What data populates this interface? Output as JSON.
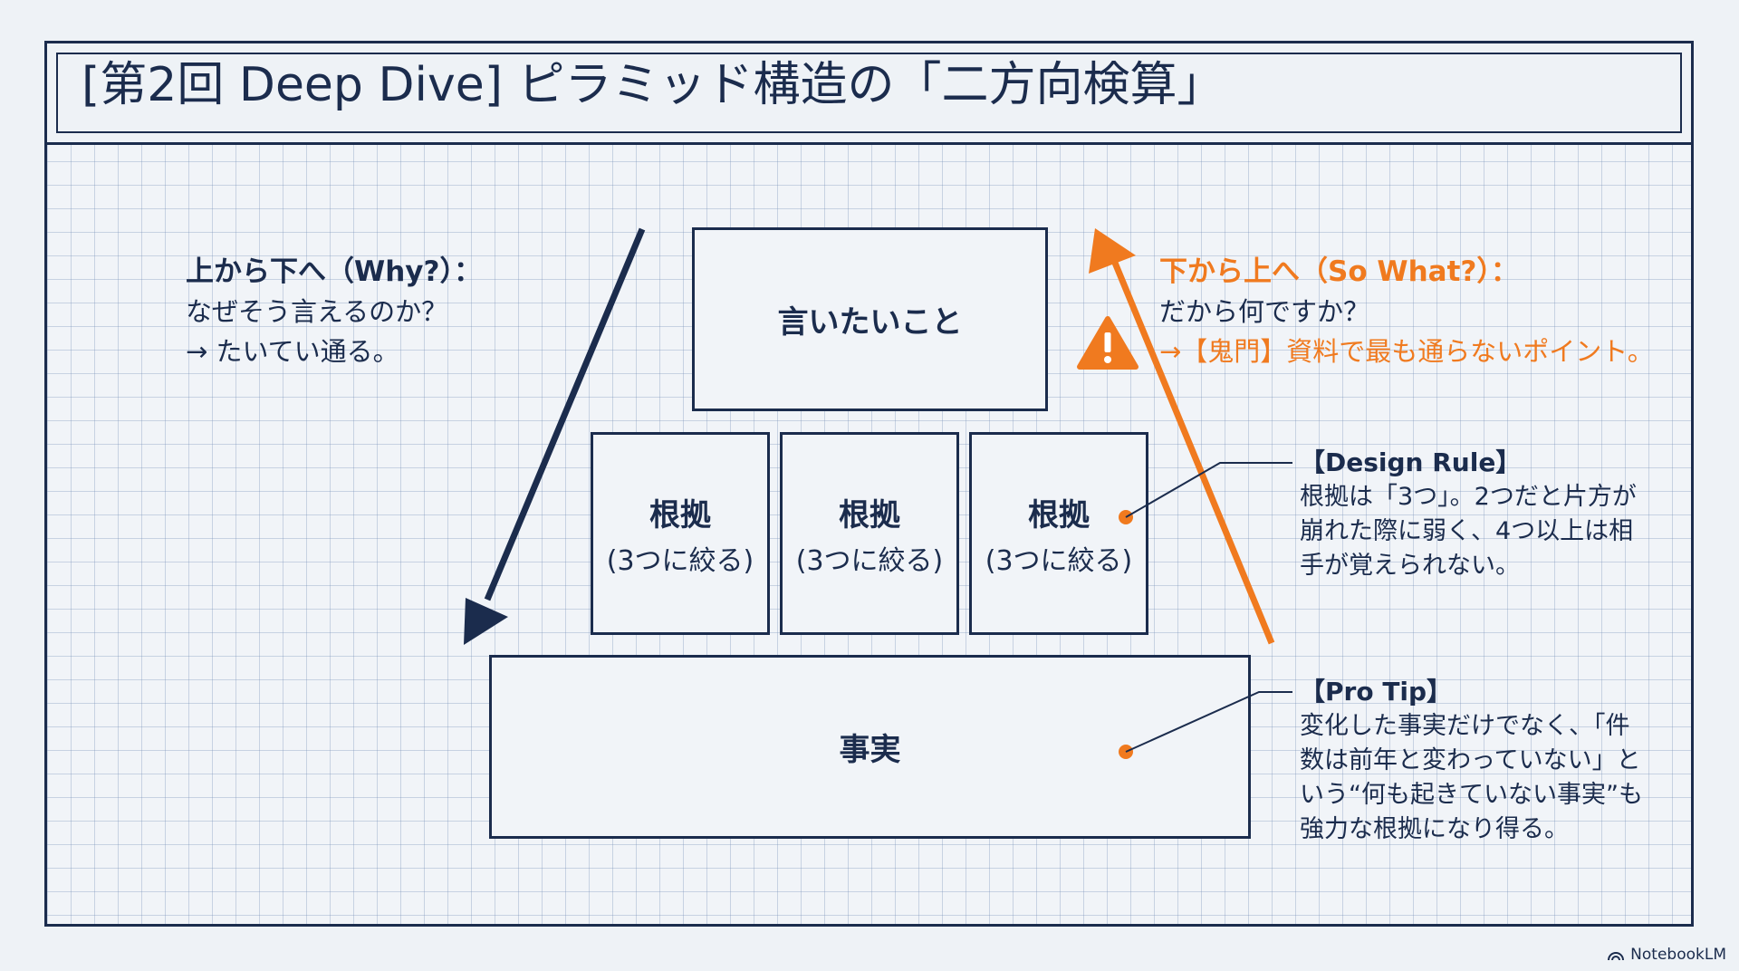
{
  "title": "[第2回 Deep Dive] ピラミッド構造の「二方向検算」",
  "pyramid": {
    "top": "言いたいこと",
    "middle": [
      {
        "main": "根拠",
        "sub": "(3つに絞る)"
      },
      {
        "main": "根拠",
        "sub": "(3つに絞る)"
      },
      {
        "main": "根拠",
        "sub": "(3つに絞る)"
      }
    ],
    "bottom": "事実"
  },
  "top_down": {
    "heading": "上から下へ（Why?）：",
    "lines": [
      "なぜそう言えるのか？",
      "→ たいてい通る。"
    ]
  },
  "bottom_up": {
    "heading": "下から上へ（So What?）：",
    "lines": [
      "だから何ですか？",
      "→【鬼門】資料で最も通らないポイント。"
    ]
  },
  "design_rule": {
    "heading": "【Design Rule】",
    "lines": [
      "根拠は「3つ」。2つだと片方が",
      "崩れた際に弱く、4つ以上は相",
      "手が覚えられない。"
    ]
  },
  "pro_tip": {
    "heading": "【Pro Tip】",
    "lines": [
      "変化した事実だけでなく、「件",
      "数は前年と変わっていない」と",
      "いう“何も起きていない事実”も",
      "強力な根拠になり得る。"
    ]
  },
  "icons": {
    "warning": "warning-icon",
    "brand": "notebooklm-logo-icon"
  },
  "colors": {
    "navy": "#1b2c4d",
    "orange": "#f07a1f",
    "background": "#eef2f6"
  },
  "brand": "NotebookLM"
}
